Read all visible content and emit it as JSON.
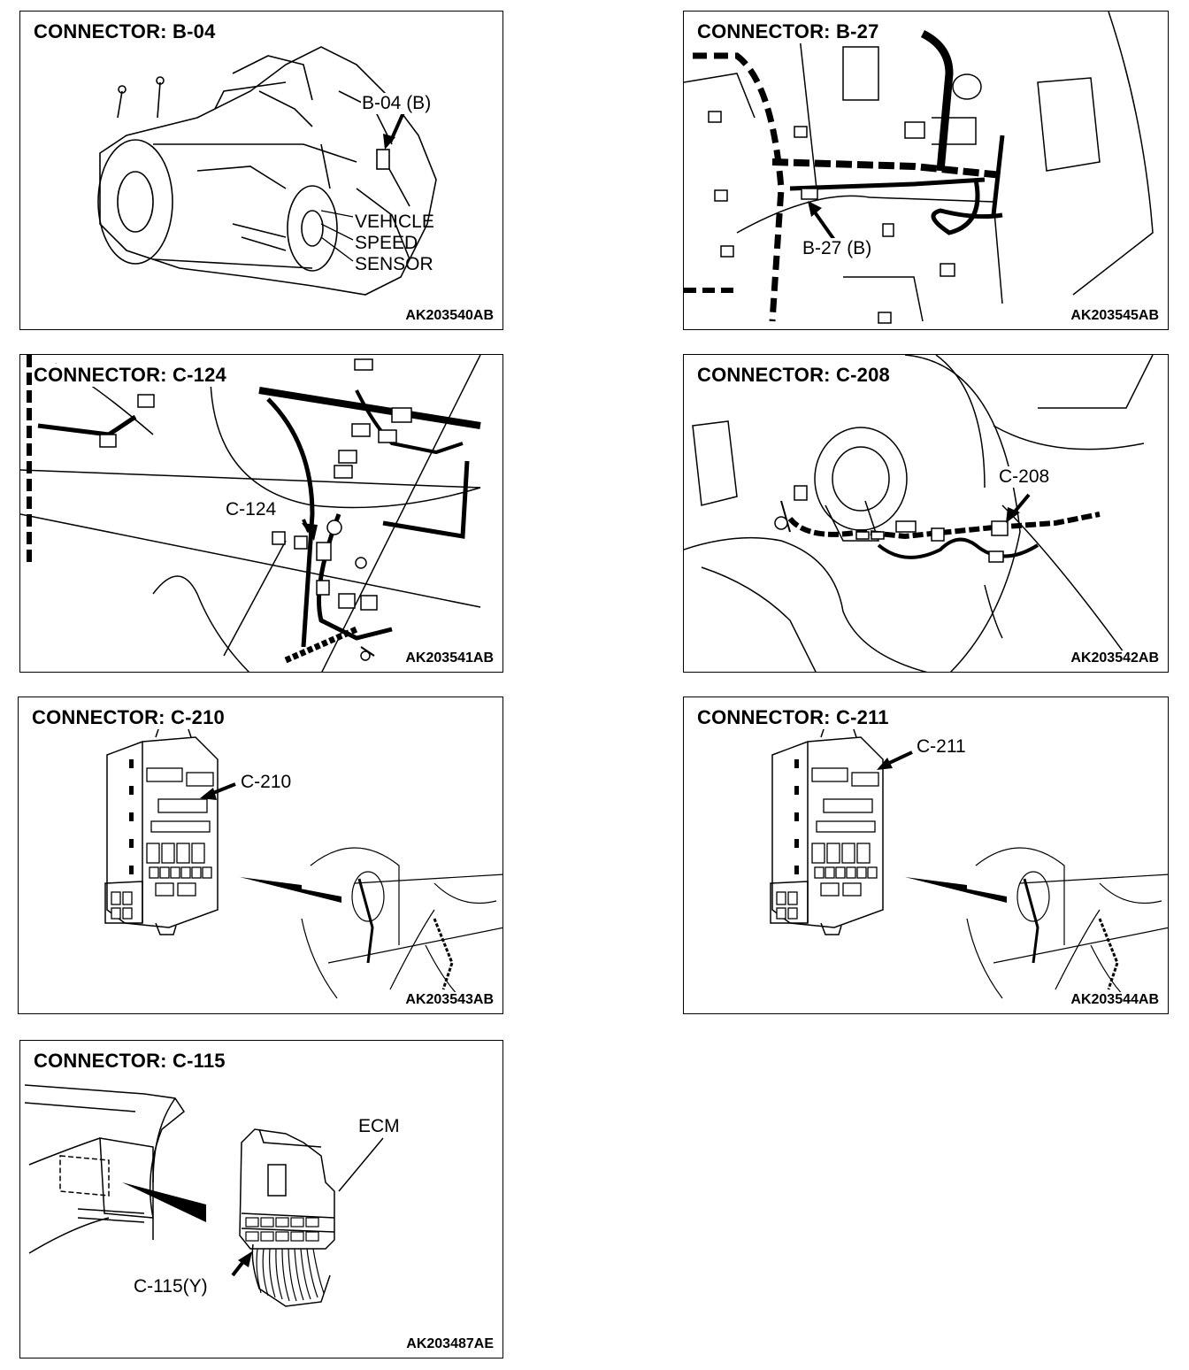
{
  "panels": [
    {
      "title": "CONNECTOR: B-04",
      "code": "AK203540AB",
      "labels": {
        "connector": "B-04 (B)",
        "line1": "VEHICLE",
        "line2": "SPEED",
        "line3": "SENSOR"
      }
    },
    {
      "title": "CONNECTOR: B-27",
      "code": "AK203545AB",
      "labels": {
        "connector": "B-27 (B)"
      }
    },
    {
      "title": "CONNECTOR: C-124",
      "code": "AK203541AB",
      "labels": {
        "connector": "C-124"
      }
    },
    {
      "title": "CONNECTOR: C-208",
      "code": "AK203542AB",
      "labels": {
        "connector": "C-208"
      }
    },
    {
      "title": "CONNECTOR: C-210",
      "code": "AK203543AB",
      "labels": {
        "connector": "C-210"
      }
    },
    {
      "title": "CONNECTOR: C-211",
      "code": "AK203544AB",
      "labels": {
        "connector": "C-211"
      }
    },
    {
      "title": "CONNECTOR: C-115",
      "code": "AK203487AE",
      "labels": {
        "ecm": "ECM",
        "connector": "C-115(Y)"
      }
    }
  ]
}
